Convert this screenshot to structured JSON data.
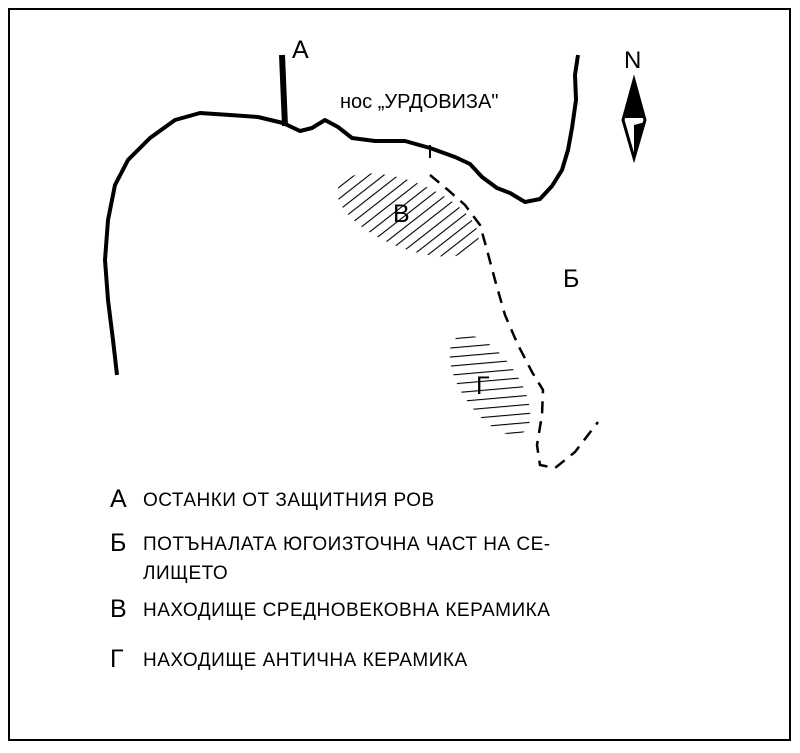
{
  "map": {
    "cape_name": "нос „УРДОВИЗА\"",
    "north_label": "N",
    "labels": {
      "a": "А",
      "b": "Б",
      "v": "В",
      "g": "Г"
    }
  },
  "legend": [
    {
      "key": "А",
      "text": "ОСТАНКИ ОТ ЗАЩИТНИЯ РОВ"
    },
    {
      "key": "Б",
      "text": "ПОТЪНАЛАТА ЮГОИЗТОЧНА ЧАСТ НА СЕ-",
      "text2": "ЛИЩЕТО"
    },
    {
      "key": "В",
      "text": "НАХОДИЩЕ СРЕДНОВЕКОВНА КЕРАМИКА"
    },
    {
      "key": "Г",
      "text": "НАХОДИЩЕ АНТИЧНА КЕРАМИКА"
    }
  ]
}
